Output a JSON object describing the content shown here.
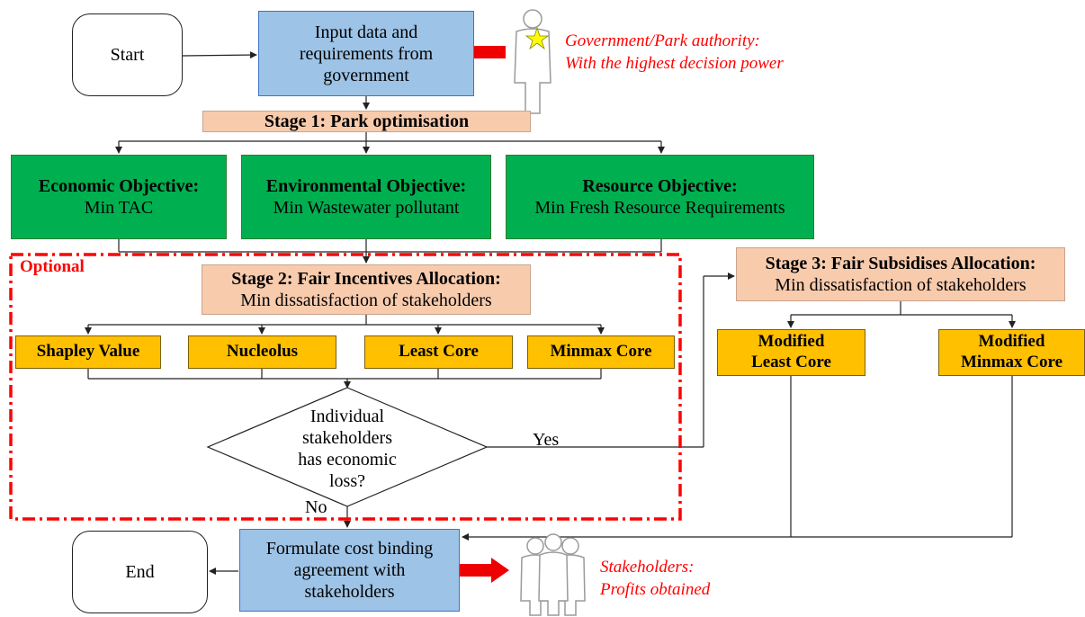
{
  "flow": {
    "start": "Start",
    "end": "End",
    "input": [
      "Input data and",
      "requirements from",
      "government"
    ],
    "stage1": "Stage 1: Park optimisation",
    "objectives": [
      {
        "title": "Economic Objective:",
        "detail": "Min TAC"
      },
      {
        "title": "Environmental Objective:",
        "detail": "Min Wastewater pollutant"
      },
      {
        "title": "Resource Objective:",
        "detail": "Min Fresh Resource Requirements"
      }
    ],
    "optional_label": "Optional",
    "stage2": {
      "title": "Stage 2: Fair Incentives Allocation:",
      "detail": "Min dissatisfaction of stakeholders"
    },
    "methods": [
      "Shapley Value",
      "Nucleolus",
      "Least Core",
      "Minmax Core"
    ],
    "decision": [
      "Individual",
      "stakeholders",
      "has economic",
      "loss?"
    ],
    "yes": "Yes",
    "no": "No",
    "stage3": {
      "title": "Stage 3: Fair Subsidises Allocation:",
      "detail": "Min dissatisfaction of stakeholders"
    },
    "modified": [
      {
        "line1": "Modified",
        "line2": "Least Core"
      },
      {
        "line1": "Modified",
        "line2": "Minmax Core"
      }
    ],
    "formulate": [
      "Formulate cost binding",
      "agreement with",
      "stakeholders"
    ]
  },
  "annotations": {
    "government": [
      "Government/Park authority:",
      "With the highest decision power"
    ],
    "stakeholders": [
      "Stakeholders:",
      "Profits obtained"
    ]
  },
  "icons": {
    "authority": "person-with-star-icon",
    "group": "group-of-people-icon",
    "arrows": "red-block-arrow-icon"
  },
  "colors": {
    "process_blue": "#9dc3e6",
    "stage_peach": "#f8cbad",
    "objective_green": "#00b050",
    "method_orange": "#ffc000",
    "accent_red": "#ff0000",
    "star_yellow": "#ffff00"
  }
}
